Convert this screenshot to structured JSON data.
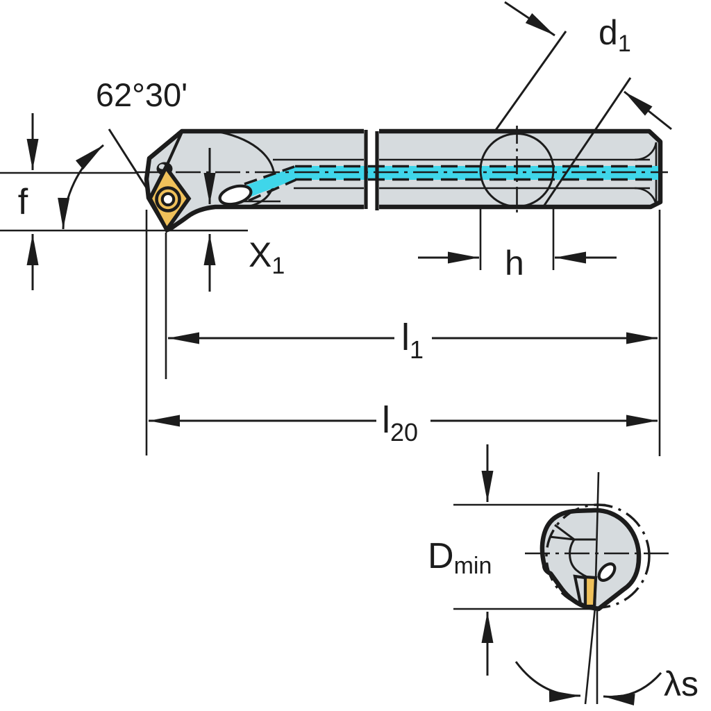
{
  "drawing": {
    "title": "Boring bar with indexable insert — dimension drawing",
    "views": {
      "main": "side view with coolant channel",
      "end": "end view with minimum bore diameter"
    },
    "colors": {
      "bg": "#ffffff",
      "line_black": "#1c1c1c",
      "body_gray": "#d6dbde",
      "insert_yellow": "#f0c15a",
      "coolant_cyan": "#3fd6ea"
    },
    "labels": {
      "angle": "62°30'",
      "f": "f",
      "x1": {
        "base": "X",
        "sub": "1"
      },
      "d1": {
        "base": "d",
        "sub": "1"
      },
      "h": "h",
      "l1": {
        "base": "l",
        "sub": "1"
      },
      "l20": {
        "base": "l",
        "sub": "20"
      },
      "dmin": {
        "base": "D",
        "sub": "min"
      },
      "lambda_s": "λs"
    }
  }
}
